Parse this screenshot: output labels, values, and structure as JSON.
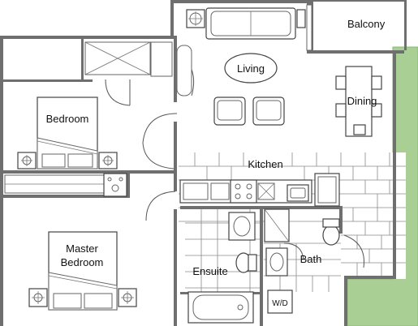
{
  "rooms": {
    "balcony": "Balcony",
    "living": "Living",
    "dining": "Dining",
    "bedroom": "Bedroom",
    "kitchen": "Kitchen",
    "master_bedroom_line1": "Master",
    "master_bedroom_line2": "Bedroom",
    "ensuite": "Ensuite",
    "bath": "Bath",
    "washer_dryer": "W/D"
  },
  "colors": {
    "exterior_terrace": "#a9cf95",
    "walls": "#6f6f6f",
    "background": "#ffffff"
  },
  "icons": [
    "lamp-icon",
    "sofa-icon",
    "armchair-icon",
    "dining-table-icon",
    "bed-icon",
    "toilet-icon",
    "sink-icon",
    "bathtub-icon",
    "shower-icon",
    "stove-icon",
    "refrigerator-icon",
    "door-swing-icon"
  ]
}
